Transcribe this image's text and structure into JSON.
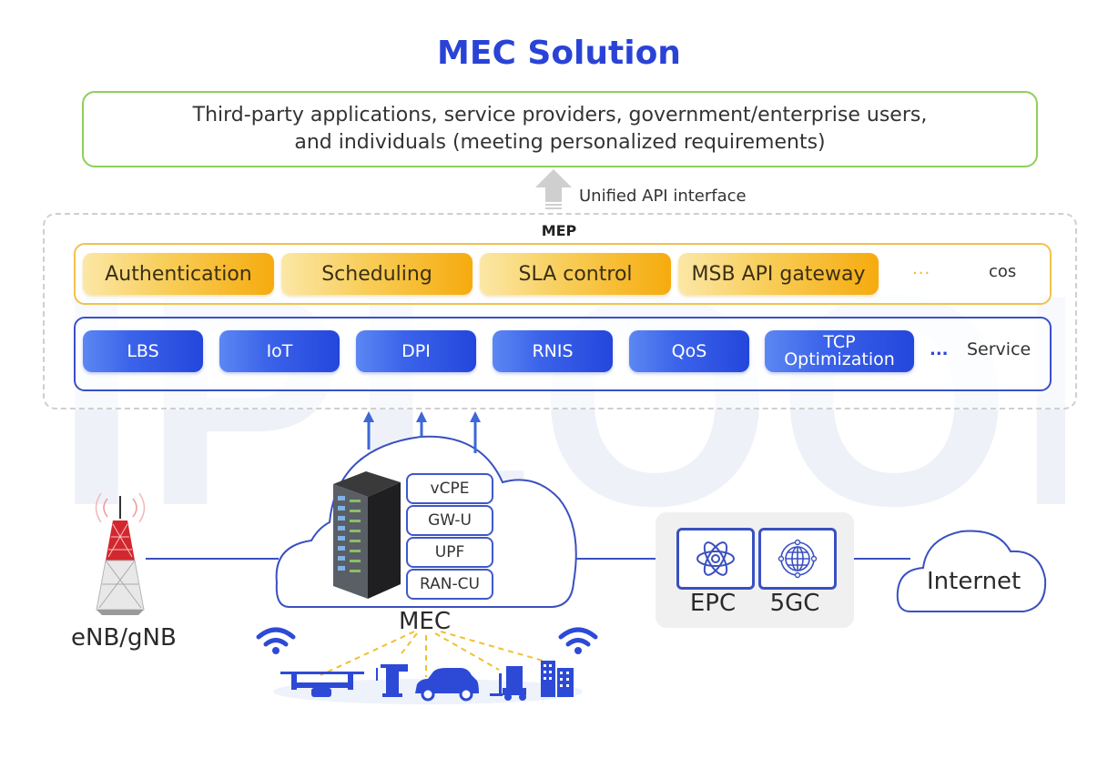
{
  "watermark": "IPLOOK",
  "title": "MEC Solution",
  "top_box": {
    "line1": "Third-party applications, service providers, government/enterprise users,",
    "line2": "and individuals (meeting personalized requirements)"
  },
  "api_interface_label": "Unified API interface",
  "mep": {
    "label": "MEP",
    "cos_row": {
      "items": [
        "Authentication",
        "Scheduling",
        "SLA control",
        "MSB API gateway"
      ],
      "ellipsis": "...",
      "label": "cos"
    },
    "service_row": {
      "items": [
        "LBS",
        "IoT",
        "DPI",
        "RNIS",
        "QoS"
      ],
      "tcp_line1": "TCP",
      "tcp_line2": "Optimization",
      "ellipsis": "...",
      "label": "Service"
    }
  },
  "mec": {
    "label": "MEC",
    "functions": [
      "vCPE",
      "GW-U",
      "UPF",
      "RAN-CU"
    ]
  },
  "base_station": {
    "label": "eNB/gNB",
    "icon": "cell-tower-icon"
  },
  "core": {
    "epc": {
      "label": "EPC",
      "icon": "atom-icon"
    },
    "fivegc": {
      "label": "5GC",
      "icon": "globe-icon"
    }
  },
  "internet": {
    "label": "Internet",
    "icon": "cloud-icon"
  },
  "devices": [
    "drone-icon",
    "crane-icon",
    "car-icon",
    "forklift-icon",
    "building-icon"
  ],
  "colors": {
    "title": "#2a43d6",
    "cos_border": "#f2c14e",
    "service_border": "#3a50c8",
    "top_box_border": "#8fcf5a",
    "link_dash": "#f0c030",
    "device_blue": "#2d4ad6"
  }
}
